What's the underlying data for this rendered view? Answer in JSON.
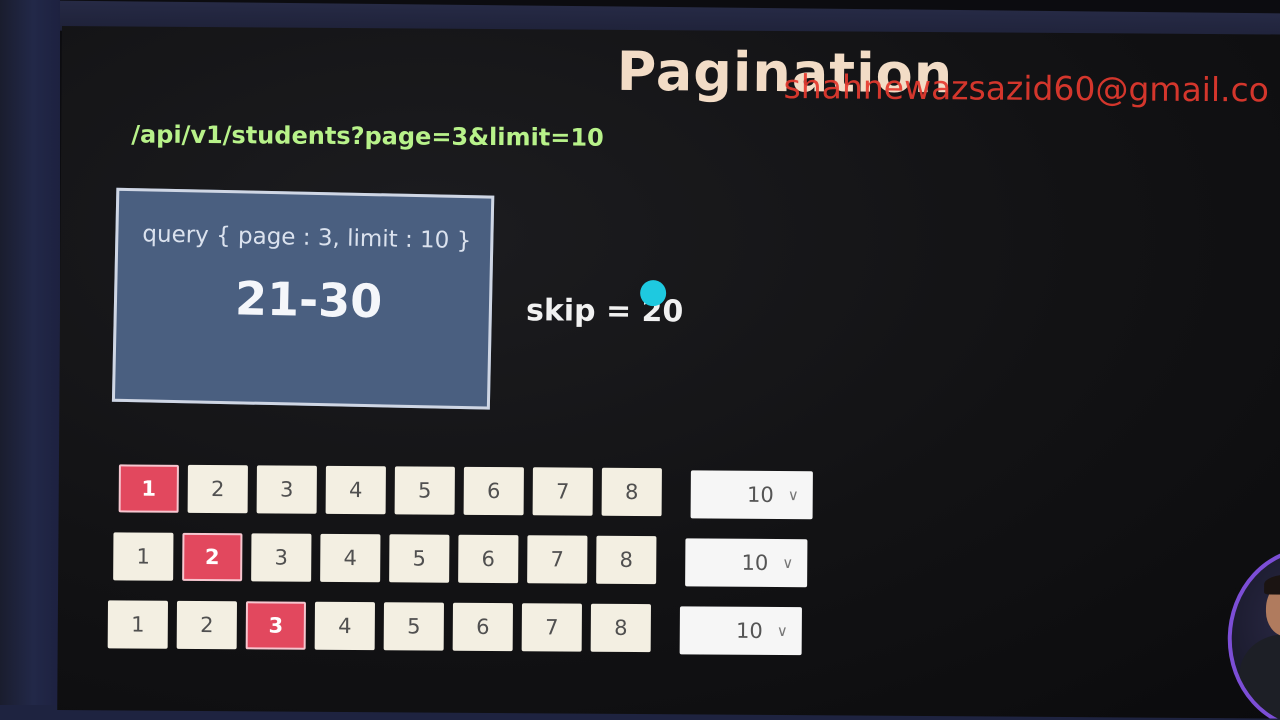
{
  "title": "Pagination",
  "email": "shahnewazsazid60@gmail.co",
  "endpoint": "/api/v1/students?page=3&limit=10",
  "query_box": {
    "query": "query { page : 3, limit : 10 }",
    "range": "21-30"
  },
  "skip_text": "skip = 20",
  "pagers": [
    {
      "active_page": 1,
      "pages": [
        "1",
        "2",
        "3",
        "4",
        "5",
        "6",
        "7",
        "8"
      ],
      "limit": "10"
    },
    {
      "active_page": 2,
      "pages": [
        "1",
        "2",
        "3",
        "4",
        "5",
        "6",
        "7",
        "8"
      ],
      "limit": "10"
    },
    {
      "active_page": 3,
      "pages": [
        "1",
        "2",
        "3",
        "4",
        "5",
        "6",
        "7",
        "8"
      ],
      "limit": "10"
    }
  ],
  "colors": {
    "title": "#f2dcc6",
    "email": "#e53a2f",
    "endpoint": "#b8f28a",
    "query_box": "#4a5f80",
    "active_page": "#e2485e",
    "page_button": "#f3efe2",
    "cursor_dot": "#1ec9e0",
    "avatar_ring": "#7c4ed6"
  }
}
